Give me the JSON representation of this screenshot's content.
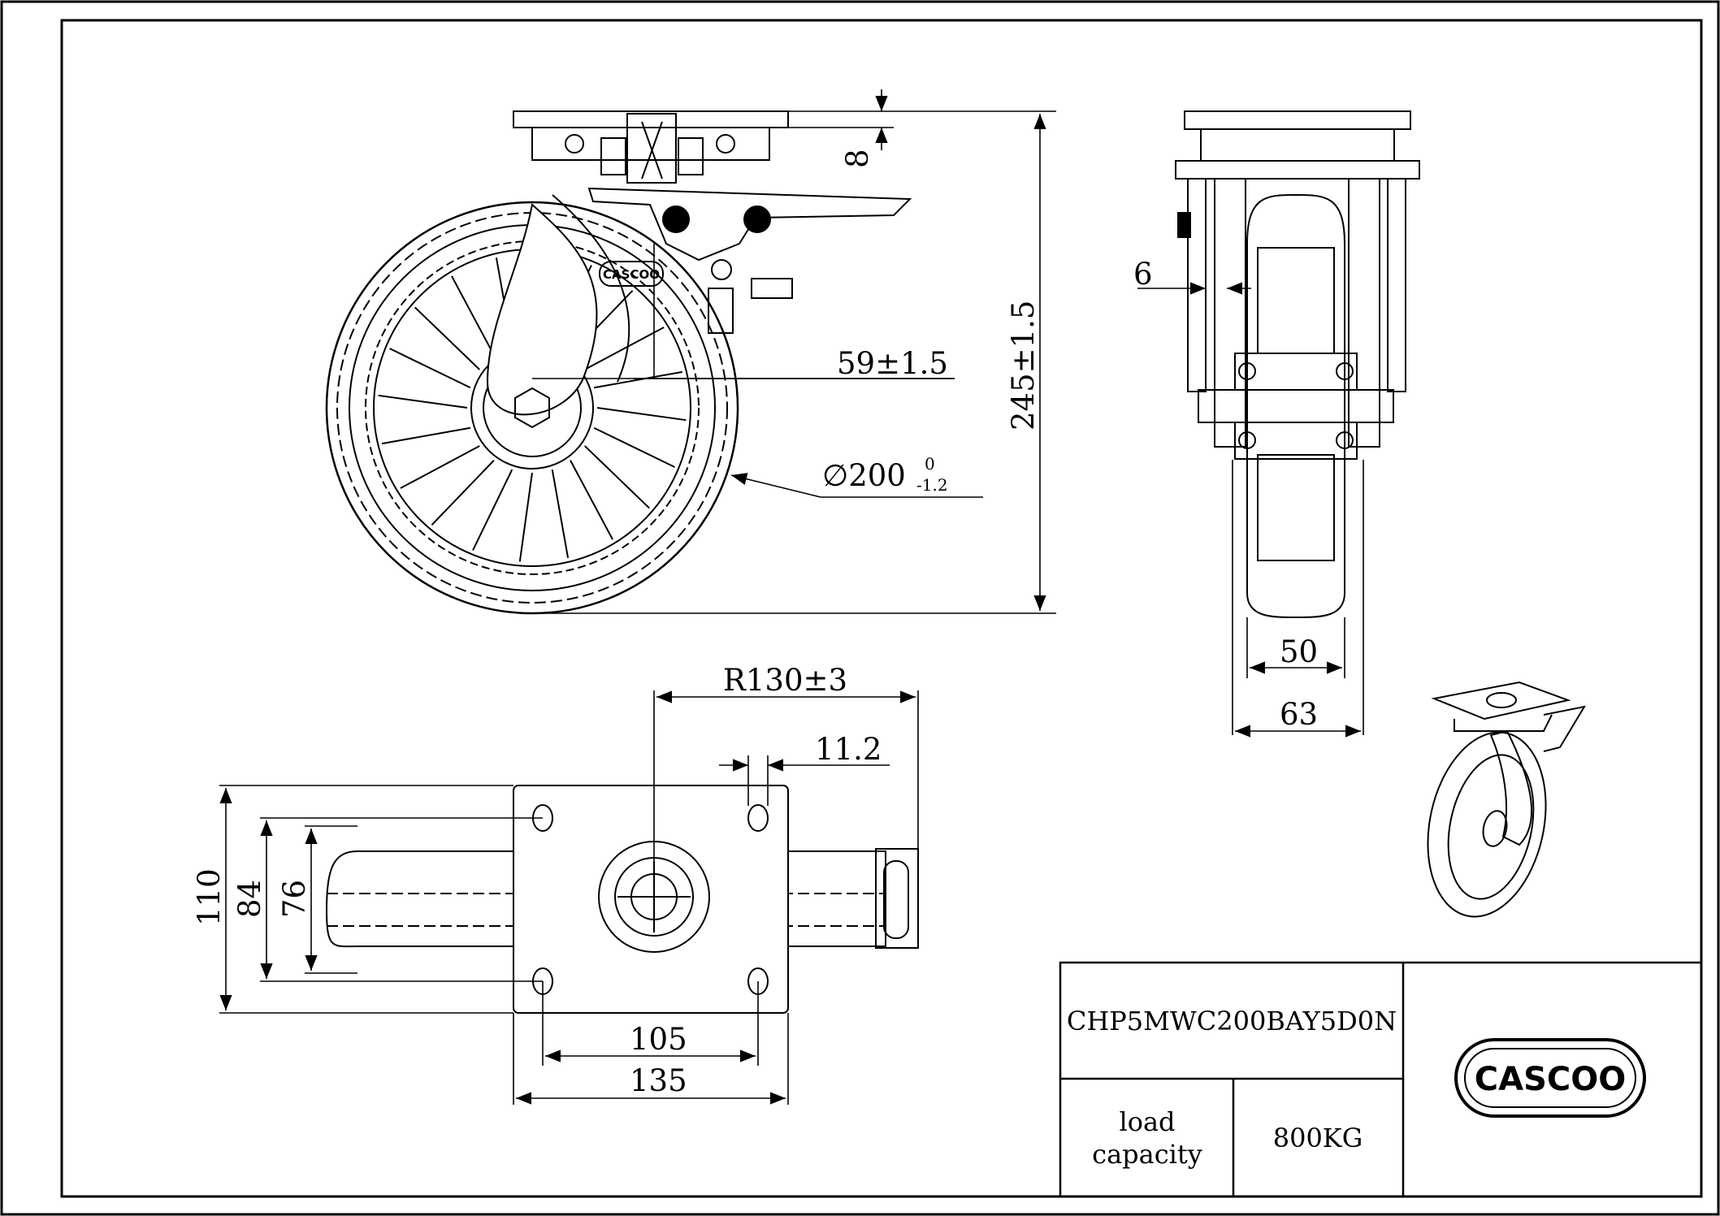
{
  "dimensions": {
    "top_plate": "8",
    "offset": "59±1.5",
    "height": "245±1.5",
    "diameter": "∅200",
    "diameter_tol_upper": "0",
    "diameter_tol_lower": "-1.2",
    "side_gap": "6",
    "wheel_width": "50",
    "fork_width": "63",
    "swivel_radius": "R130±3",
    "hole_diameter": "11.2",
    "plate_width": "110",
    "hole_spacing_y": "84",
    "inner_y": "76",
    "hole_spacing_x": "105",
    "plate_length": "135"
  },
  "title_block": {
    "part_number": "CHP5MWC200BAY5D0N",
    "load_label_line1": "load",
    "load_label_line2": "capacity",
    "load_value": "800KG"
  },
  "brand": {
    "logo_text": "CASCOO",
    "hub_mark": "CASCOO"
  },
  "colors": {
    "line": "#000000",
    "background": "#ffffff"
  }
}
